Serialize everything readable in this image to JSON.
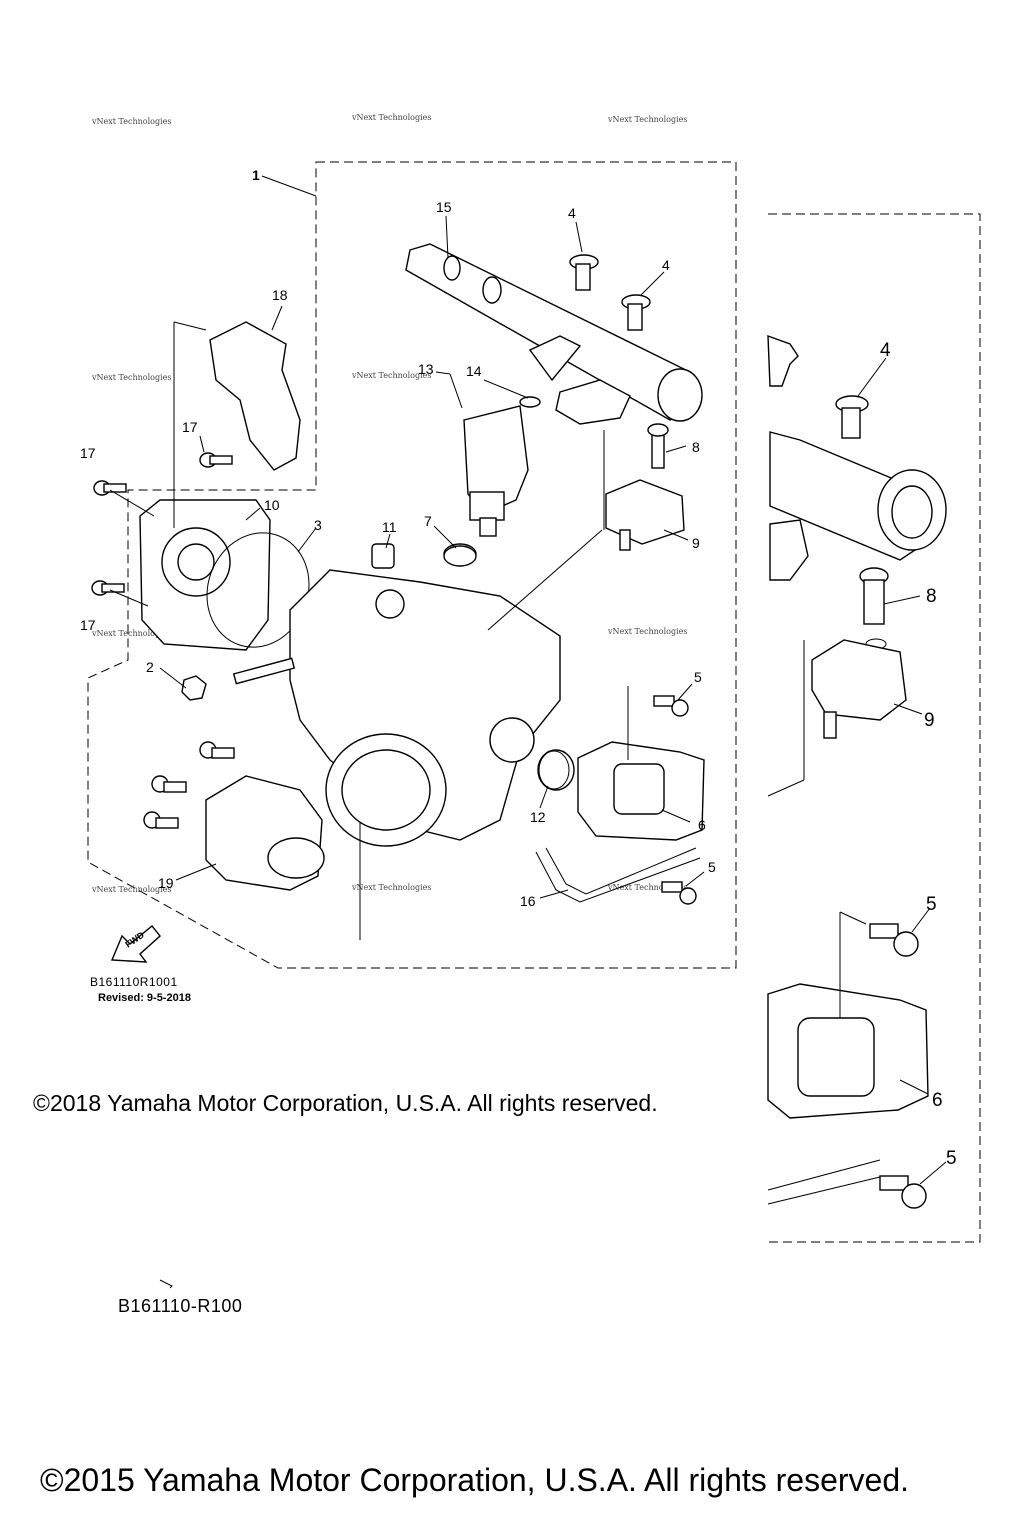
{
  "diagram": {
    "callouts": [
      "1",
      "2",
      "3",
      "4",
      "4",
      "5",
      "5",
      "6",
      "7",
      "8",
      "9",
      "10",
      "11",
      "12",
      "13",
      "14",
      "15",
      "16",
      "17",
      "17",
      "17",
      "18",
      "19"
    ],
    "inset_callouts": [
      "4",
      "8",
      "9",
      "5",
      "6",
      "5"
    ],
    "fwd_label": "FWD",
    "watermark": "vNext Technologies"
  },
  "footer": {
    "code_main": "B161110R1001",
    "revised": "Revised: 9-5-2018",
    "copyright_2018": "©2018 Yamaha Motor Corporation, U.S.A. All rights reserved.",
    "code_secondary": "B161110-R100",
    "copyright_2015": "©2015 Yamaha Motor Corporation, U.S.A. All rights reserved."
  }
}
